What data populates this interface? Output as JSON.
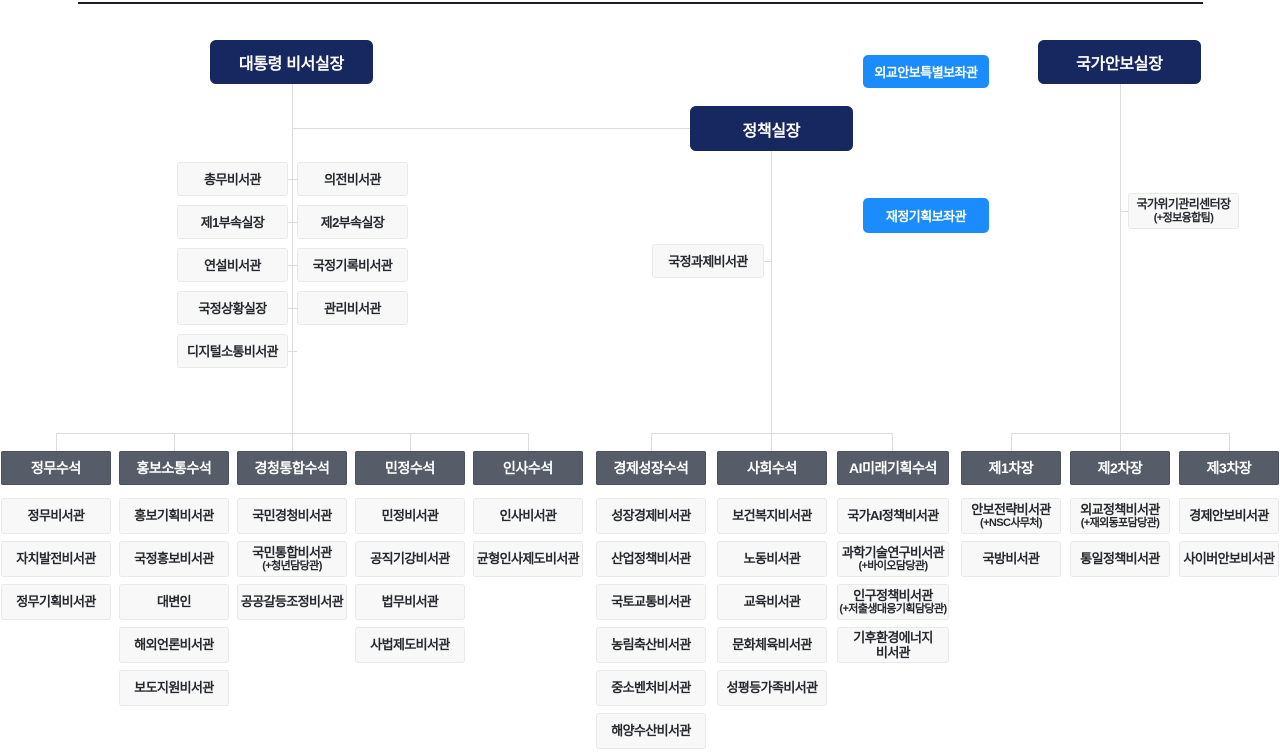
{
  "colors": {
    "navy": "#17275f",
    "blue": "#1b8cfb",
    "header_gray": "#565d68",
    "cell_bg": "#f8f8f9",
    "cell_border": "#e9e9ea",
    "line": "#dcdcdc",
    "top_rule": "#1b1c2e",
    "text": "#26282d"
  },
  "top": {
    "chief_of_staff": "대통령 비서실장",
    "policy_chief": "정책실장",
    "security_chief": "국가안보실장",
    "special_advisor": "외교안보특별보좌관",
    "fiscal_advisor": "재정기획보좌관"
  },
  "chief_staff_rows": [
    [
      "총무비서관",
      "의전비서관"
    ],
    [
      "제1부속실장",
      "제2부속실장"
    ],
    [
      "연설비서관",
      "국정기록비서관"
    ],
    [
      "국정상황실장",
      "관리비서관"
    ],
    [
      "디지털소통비서관"
    ]
  ],
  "policy_child": "국정과제비서관",
  "security_child": {
    "label": "국가위기관리센터장",
    "sub": "(+정보융합팀)"
  },
  "columns": [
    {
      "header": "정무수석",
      "items": [
        {
          "label": "정무비서관"
        },
        {
          "label": "자치발전비서관"
        },
        {
          "label": "정무기획비서관"
        }
      ]
    },
    {
      "header": "홍보소통수석",
      "items": [
        {
          "label": "홍보기획비서관"
        },
        {
          "label": "국정홍보비서관"
        },
        {
          "label": "대변인"
        },
        {
          "label": "해외언론비서관"
        },
        {
          "label": "보도지원비서관"
        }
      ]
    },
    {
      "header": "경청통합수석",
      "items": [
        {
          "label": "국민경청비서관"
        },
        {
          "label": "국민통합비서관",
          "sub": "(+청년담당관)"
        },
        {
          "label": "공공갈등조정비서관"
        }
      ]
    },
    {
      "header": "민정수석",
      "items": [
        {
          "label": "민정비서관"
        },
        {
          "label": "공직기강비서관"
        },
        {
          "label": "법무비서관"
        },
        {
          "label": "사법제도비서관"
        }
      ]
    },
    {
      "header": "인사수석",
      "items": [
        {
          "label": "인사비서관"
        },
        {
          "label": "균형인사제도비서관"
        }
      ]
    },
    {
      "header": "경제성장수석",
      "items": [
        {
          "label": "성장경제비서관"
        },
        {
          "label": "산업정책비서관"
        },
        {
          "label": "국토교통비서관"
        },
        {
          "label": "농림축산비서관"
        },
        {
          "label": "중소벤처비서관"
        },
        {
          "label": "해양수산비서관"
        }
      ]
    },
    {
      "header": "사회수석",
      "items": [
        {
          "label": "보건복지비서관"
        },
        {
          "label": "노동비서관"
        },
        {
          "label": "교육비서관"
        },
        {
          "label": "문화체육비서관"
        },
        {
          "label": "성평등가족비서관"
        }
      ]
    },
    {
      "header": "AI미래기획수석",
      "items": [
        {
          "label": "국가AI정책비서관"
        },
        {
          "label": "과학기술연구비서관",
          "sub": "(+바이오담당관)"
        },
        {
          "label": "인구정책비서관",
          "sub": "(+저출생대응기획담당관)"
        },
        {
          "label": "기후환경에너지",
          "label2": "비서관"
        }
      ]
    },
    {
      "header": "제1차장",
      "items": [
        {
          "label": "안보전략비서관",
          "sub": "(+NSC사무처)"
        },
        {
          "label": "국방비서관"
        }
      ]
    },
    {
      "header": "제2차장",
      "items": [
        {
          "label": "외교정책비서관",
          "sub": "(+재외동포담당관)"
        },
        {
          "label": "통일정책비서관"
        }
      ]
    },
    {
      "header": "제3차장",
      "items": [
        {
          "label": "경제안보비서관"
        },
        {
          "label": "사이버안보비서관"
        }
      ]
    }
  ]
}
